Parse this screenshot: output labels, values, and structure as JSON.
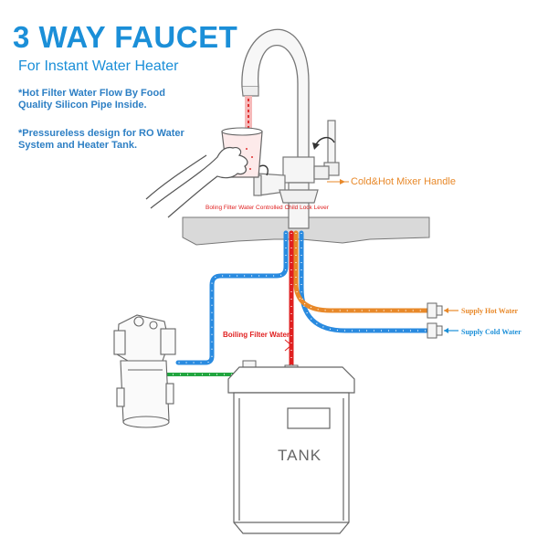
{
  "header": {
    "title": "3 WAY FAUCET",
    "subtitle": "For Instant Water Heater"
  },
  "notes": [
    "*Hot Filter Water Flow By Food Quality Silicon Pipe Inside.",
    "*Pressureless design for RO Water System and Heater Tank."
  ],
  "labels": {
    "mixer_handle": "Cold&Hot Mixer Handle",
    "child_lock": "Boling Filter Water Controlled Child Lock Lever",
    "boiling_water": "Boiling Filter Water",
    "supply_hot": "Supply Hot Water",
    "supply_cold": "Supply Cold Water",
    "tank": "TANK"
  },
  "colors": {
    "brand_blue": "#1b8fd8",
    "hot_orange": "#e8892a",
    "boiling_red": "#e02020",
    "cold_blue": "#2a8be0",
    "filter_green": "#22a640",
    "outline_gray": "#777777"
  }
}
